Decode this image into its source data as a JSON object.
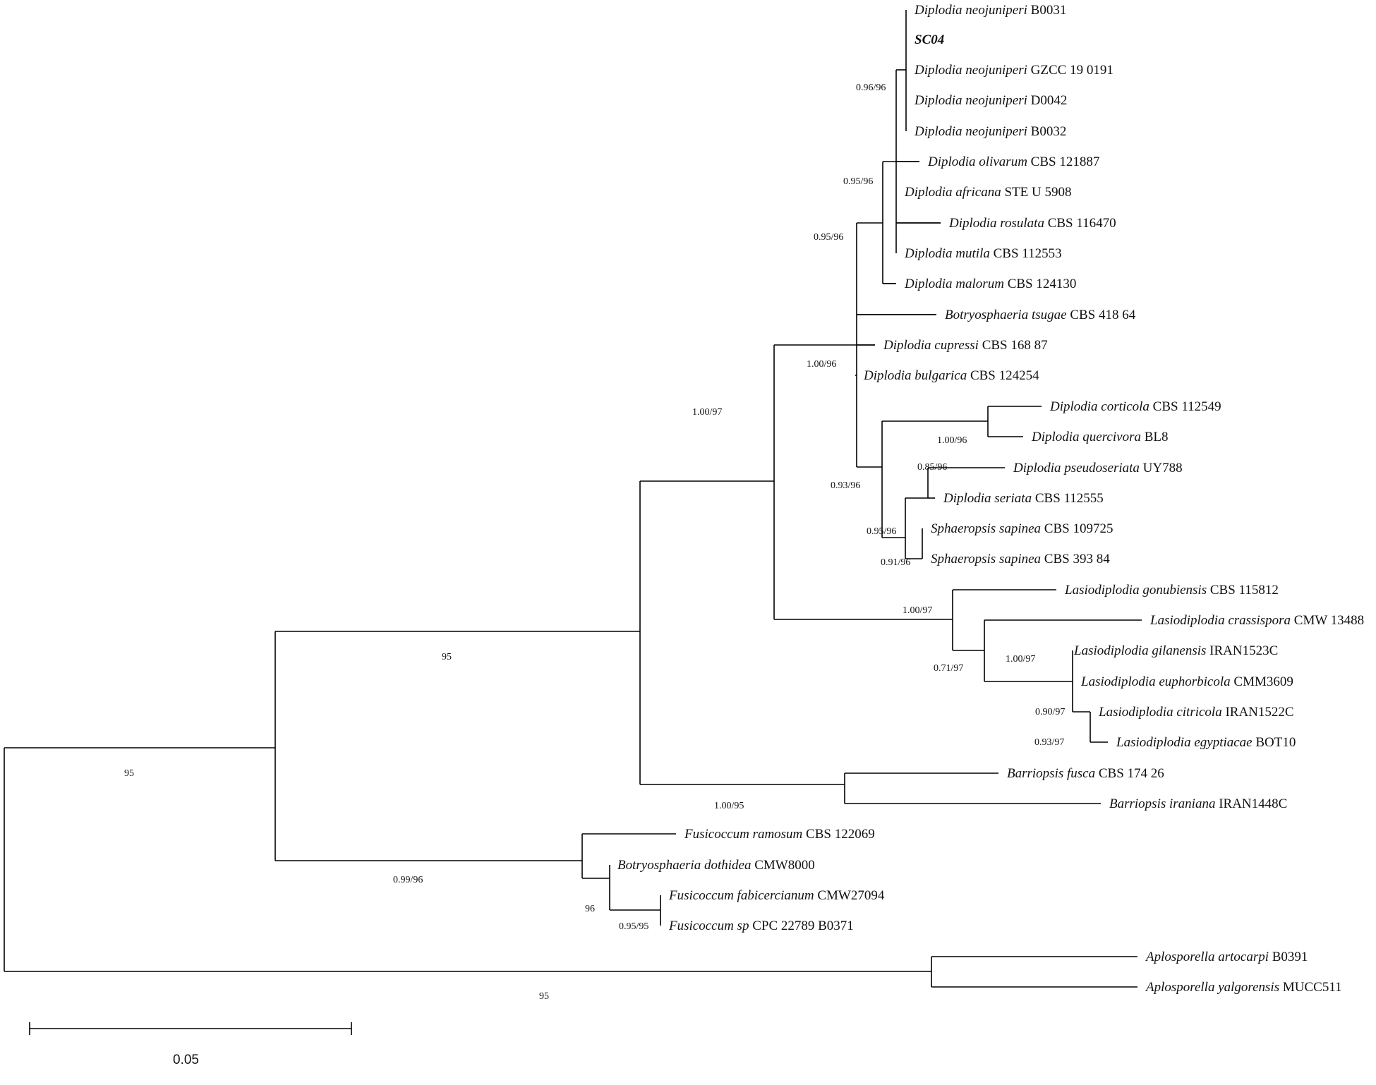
{
  "taxa": [
    {
      "id": "t1",
      "genus": "Diplodia neojuniperi",
      "strain": "B0031"
    },
    {
      "id": "t2",
      "genus": "SC04",
      "strain": "",
      "bold": true
    },
    {
      "id": "t3",
      "genus": "Diplodia neojuniperi",
      "strain": "GZCC 19 0191"
    },
    {
      "id": "t4",
      "genus": "Diplodia neojuniperi",
      "strain": "D0042"
    },
    {
      "id": "t5",
      "genus": "Diplodia neojuniperi",
      "strain": "B0032"
    },
    {
      "id": "t6",
      "genus": "Diplodia olivarum",
      "strain": "CBS 121887"
    },
    {
      "id": "t7",
      "genus": "Diplodia africana",
      "strain": "STE U 5908"
    },
    {
      "id": "t8",
      "genus": "Diplodia rosulata",
      "strain": "CBS 116470"
    },
    {
      "id": "t9",
      "genus": "Diplodia mutila",
      "strain": "CBS 112553"
    },
    {
      "id": "t10",
      "genus": "Diplodia malorum",
      "strain": "CBS 124130"
    },
    {
      "id": "t11",
      "genus": "Botryosphaeria tsugae",
      "strain": "CBS 418 64"
    },
    {
      "id": "t12",
      "genus": "Diplodia cupressi",
      "strain": "CBS 168 87"
    },
    {
      "id": "t13",
      "genus": "Diplodia bulgarica",
      "strain": "CBS 124254"
    },
    {
      "id": "t14",
      "genus": "Diplodia corticola",
      "strain": "CBS 112549"
    },
    {
      "id": "t15",
      "genus": "Diplodia quercivora",
      "strain": "BL8"
    },
    {
      "id": "t16",
      "genus": "Diplodia pseudoseriata",
      "strain": "UY788"
    },
    {
      "id": "t17",
      "genus": "Diplodia seriata",
      "strain": "CBS 112555"
    },
    {
      "id": "t18",
      "genus": "Sphaeropsis sapinea",
      "strain": "CBS 109725"
    },
    {
      "id": "t19",
      "genus": "Sphaeropsis sapinea",
      "strain": "CBS 393 84"
    },
    {
      "id": "t20",
      "genus": "Lasiodiplodia gonubiensis",
      "strain": "CBS 115812"
    },
    {
      "id": "t21",
      "genus": "Lasiodiplodia crassispora",
      "strain": "CMW 13488"
    },
    {
      "id": "t22",
      "genus": "Lasiodiplodia gilanensis",
      "strain": "IRAN1523C"
    },
    {
      "id": "t23",
      "genus": "Lasiodiplodia euphorbicola",
      "strain": "CMM3609"
    },
    {
      "id": "t24",
      "genus": "Lasiodiplodia citricola",
      "strain": "IRAN1522C"
    },
    {
      "id": "t25",
      "genus": "Lasiodiplodia egyptiacae",
      "strain": "BOT10"
    },
    {
      "id": "t26",
      "genus": "Barriopsis fusca",
      "strain": "CBS 174 26"
    },
    {
      "id": "t27",
      "genus": "Barriopsis iraniana",
      "strain": "IRAN1448C"
    },
    {
      "id": "t28",
      "genus": "Fusicoccum ramosum",
      "strain": "CBS 122069"
    },
    {
      "id": "t29",
      "genus": "Botryosphaeria dothidea",
      "strain": "CMW8000"
    },
    {
      "id": "t30",
      "genus": "Fusicoccum fabicercianum",
      "strain": "CMW27094"
    },
    {
      "id": "t31",
      "genus": "Fusicoccum sp",
      "strain": "CPC 22789 B0371"
    },
    {
      "id": "t32",
      "genus": "Aplosporella artocarpi",
      "strain": "B0391"
    },
    {
      "id": "t33",
      "genus": "Aplosporella yalgorensis",
      "strain": "MUCC511"
    }
  ],
  "support_values": [
    "0.96/96",
    "0.95/96",
    "0.95/96",
    "1.00/96",
    "1.00/96",
    "0.85/96",
    "0.93/96",
    "0.95/96",
    "0.91/96",
    "1.00/97",
    "1.00/97",
    "0.71/97",
    "1.00/97",
    "0.90/97",
    "0.93/97",
    "95",
    "1.00/95",
    "0.99/96",
    "96",
    "0.95/95",
    "95",
    "95"
  ],
  "scale_bar": {
    "label": "0.05"
  }
}
